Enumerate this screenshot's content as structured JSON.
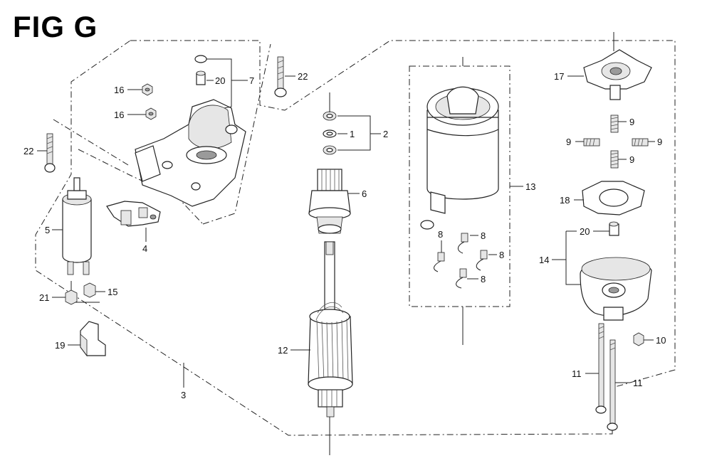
{
  "figure": {
    "title": "FIG G"
  },
  "callouts": {
    "c1": "1",
    "c2": "2",
    "c3": "3",
    "c4": "4",
    "c5": "5",
    "c6": "6",
    "c7": "7",
    "c8": "8",
    "c9": "9",
    "c10": "10",
    "c11": "11",
    "c12": "12",
    "c13": "13",
    "c14": "14",
    "c15": "15",
    "c16": "16",
    "c17": "17",
    "c18": "18",
    "c19": "19",
    "c20": "20",
    "c21": "21",
    "c22": "22"
  }
}
